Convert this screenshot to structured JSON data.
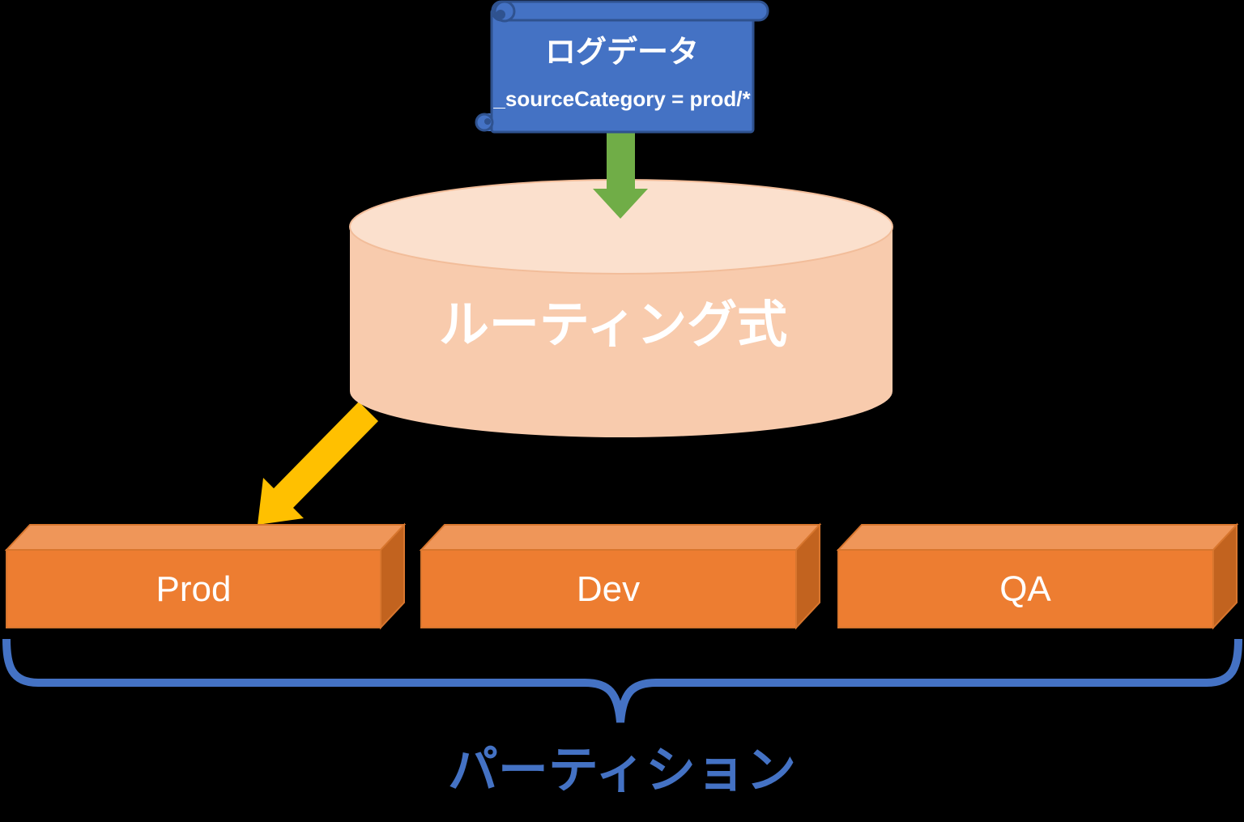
{
  "scroll": {
    "title": "ログデータ",
    "subtitle": "_sourceCategory = prod/*"
  },
  "cylinder": {
    "label": "ルーティング式"
  },
  "partitions": [
    {
      "label": "Prod"
    },
    {
      "label": "Dev"
    },
    {
      "label": "QA"
    }
  ],
  "brace": {
    "label": "パーティション"
  },
  "colors": {
    "background": "#000000",
    "scroll_fill": "#4472C4",
    "scroll_border": "#2F528F",
    "green_arrow": "#70AD47",
    "yellow_arrow": "#FFC000",
    "cylinder_body": "#F8CBAD",
    "cylinder_top": "#FBE0CD",
    "box_front": "#ED7D31",
    "box_top": "#EF9659",
    "box_side": "#C2631F",
    "box_outline": "#D8762E",
    "brace_blue": "#4472C4",
    "text_white": "#FFFFFF"
  }
}
